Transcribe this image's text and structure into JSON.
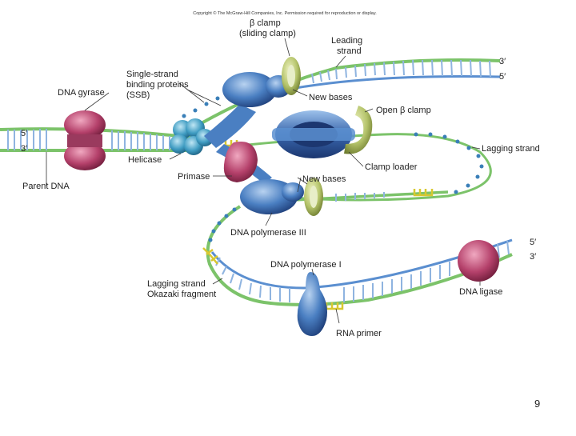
{
  "copyright": "Copyright © The McGraw-Hill Companies, Inc. Permission required for reproduction or display.",
  "page_number": "9",
  "labels": {
    "beta_clamp_1": "β clamp",
    "beta_clamp_2": "(sliding clamp)",
    "leading_strand_1": "Leading",
    "leading_strand_2": "strand",
    "prime_3_top": "3′",
    "prime_5_top": "5′",
    "dna_gyrase": "DNA gyrase",
    "ssb_1": "Single-strand",
    "ssb_2": "binding proteins",
    "ssb_3": "(SSB)",
    "new_bases_top": "New bases",
    "open_beta_clamp": "Open β clamp",
    "left_5": "5′",
    "left_3": "3′",
    "lagging_strand": "Lagging strand",
    "helicase": "Helicase",
    "clamp_loader": "Clamp loader",
    "parent_dna": "Parent DNA",
    "primase": "Primase",
    "new_bases_mid": "New bases",
    "dna_pol_3": "DNA polymerase III",
    "right_5": "5′",
    "right_3": "3′",
    "dna_pol_1": "DNA polymerase I",
    "okazaki_1": "Lagging strand",
    "okazaki_2": "Okazaki fragment",
    "dna_ligase": "DNA ligase",
    "rna_primer": "RNA primer"
  },
  "colors": {
    "strand_green": "#7cc36a",
    "strand_blue": "#5b8fd0",
    "rung": "#8fb4e0",
    "gyrase": "#b0476b",
    "helicase": "#4fa6c8",
    "primase": "#b23a5c",
    "polymerase": "#3f72b8",
    "clamp": "#b5c46a",
    "ssb": "#3a7fb8",
    "primer": "#d8c830"
  }
}
